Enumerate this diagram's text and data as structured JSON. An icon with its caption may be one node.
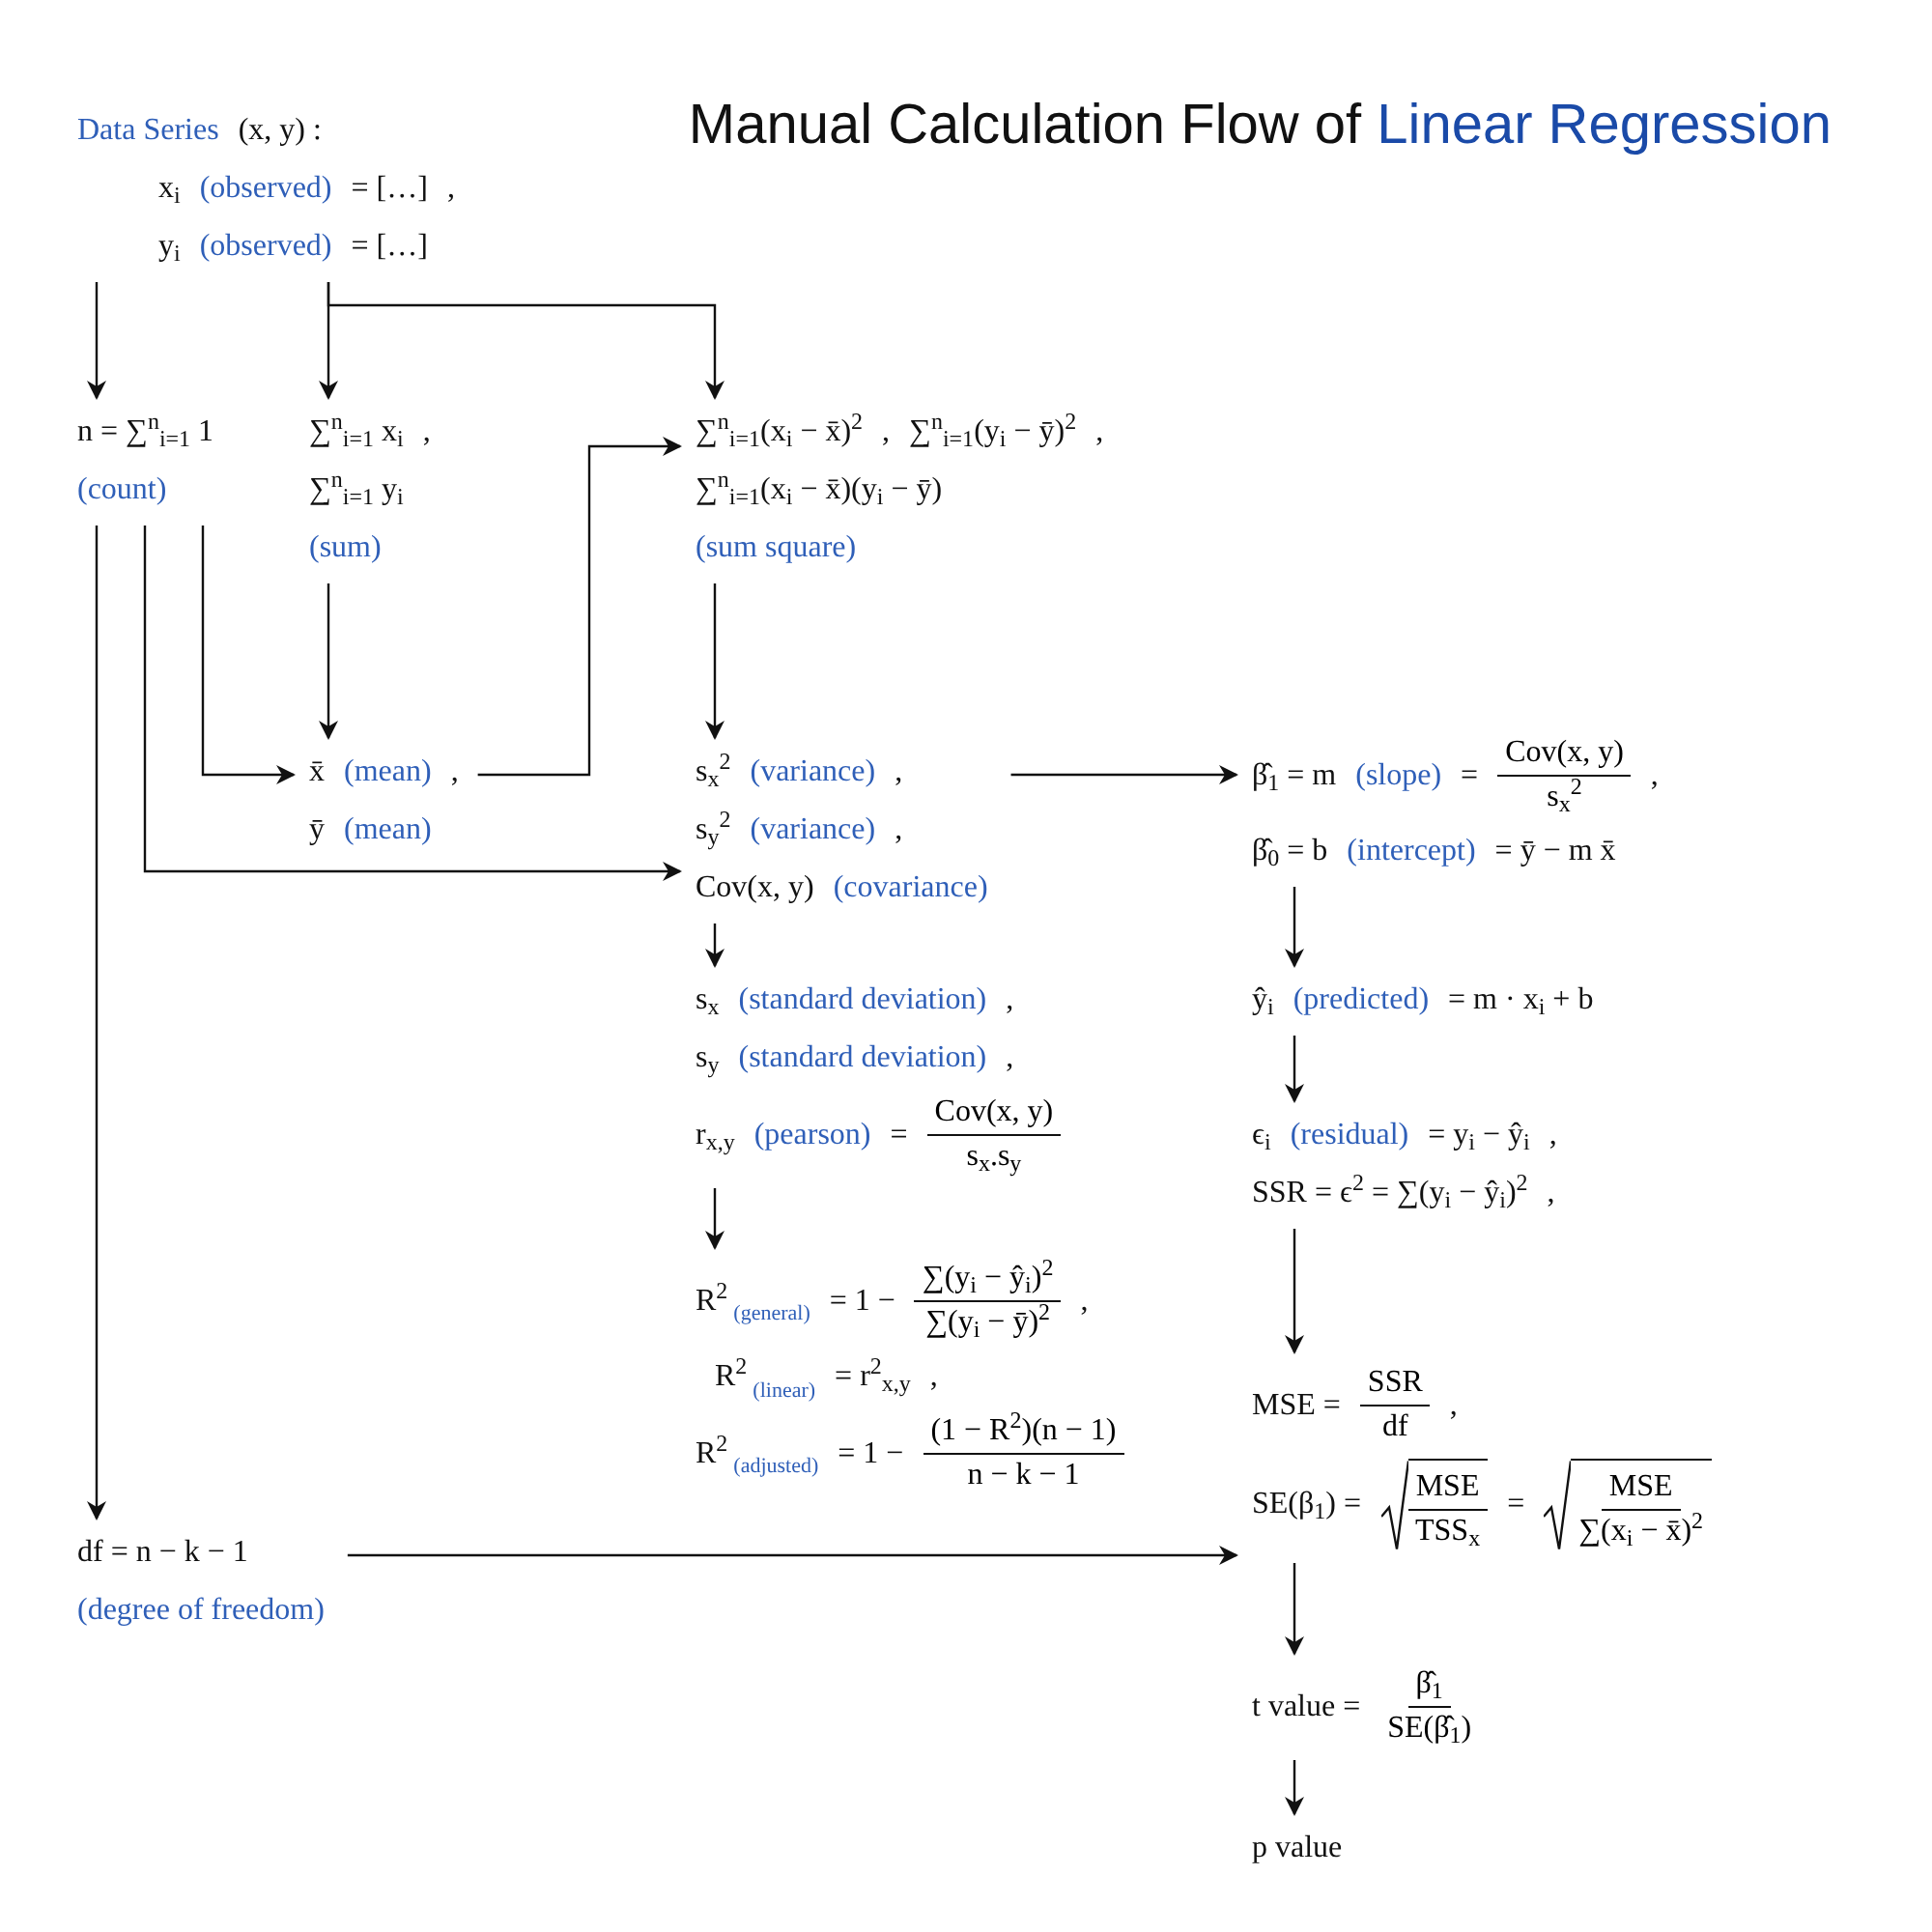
{
  "diagram": {
    "title": "Manual Calculation Flow of Linear Regression",
    "nodes": [
      {
        "text": [
          "Data Series",
          "(x, y) :",
          "x$_{i}$",
          "(observed)",
          "= […]",
          ",",
          "y$_{i}$",
          "(observed)",
          "= […]"
        ]
      },
      {
        "text": [
          "n = ∑$^{n}$$_{i=1}$ 1",
          "(count)"
        ]
      },
      {
        "text": [
          "∑$^{n}$$_{i=1}$ x$_{i}$",
          ",",
          "∑$^{n}$$_{i=1}$ y$_{i}$",
          "(sum)"
        ]
      },
      {
        "text": [
          "∑$^{n}$$_{i=1}$(x$_{i}$ − x̄)$^{2}$",
          ",",
          "∑$^{n}$$_{i=1}$(y$_{i}$ − ȳ)$^{2}$",
          ",",
          "∑$^{n}$$_{i=1}$(x$_{i}$ − x̄)(y$_{i}$ − ȳ)",
          "(sum square)"
        ]
      },
      {
        "text": [
          "x̄",
          "(mean)",
          ",",
          "ȳ",
          "(mean)"
        ]
      },
      {
        "text": [
          "s$_{x}$$^{2}$",
          "(variance)",
          ",",
          "s$_{y}$$^{2}$",
          "(variance)",
          ",",
          "Cov(x, y)",
          "(covariance)"
        ]
      },
      {
        "text": [
          "β̂$_{1}$ = m",
          "(slope)",
          "=",
          "Cov(x, y)",
          "s$_{x}$$^{2}$",
          ",",
          "β̂$_{0}$ = b",
          "(intercept)",
          "= ȳ − m x̄"
        ]
      },
      {
        "text": [
          "s$_{x}$",
          "(standard deviation)",
          ",",
          "s$_{y}$",
          "(standard deviation)",
          ",",
          "r$_{x,y}$",
          "(pearson)",
          "=",
          "Cov(x, y)",
          "s$_{x}$.s$_{y}$"
        ]
      },
      {
        "text": [
          "ŷ$_{i}$",
          "(predicted)",
          "= m · x$_{i}$ + b"
        ]
      },
      {
        "text": [
          "ϵ$_{i}$",
          "(residual)",
          "= y$_{i}$ − ŷ$_{i}$",
          ",",
          "SSR = ϵ$^{2}$ = ∑(y$_{i}$ − ŷ$_{i}$)$^{2}$",
          ","
        ]
      },
      {
        "text": [
          "R$^{2}$",
          "(general)",
          "= 1 −",
          "∑(y$_{i}$ − ŷ$_{i}$)$^{2}$",
          "∑(y$_{i}$ − ȳ)$^{2}$",
          ",",
          "R$^{2}$",
          "(linear)",
          "= r$^{2}$$_{x,y}$",
          ",",
          "R$^{2}$",
          "(adjusted)",
          "= 1 −",
          "(1 − R$^{2}$)(n − 1)",
          "n − k − 1"
        ]
      },
      {
        "text": [
          "MSE =",
          "SSR",
          "df",
          ",",
          "SE(β$_{1}$) =",
          "MSE",
          "TSS$_{x}$",
          "=",
          "MSE",
          "∑(x$_{i}$ − x̄)$^{2}$"
        ]
      },
      {
        "text": [
          "df = n − k − 1",
          "(degree of freedom)"
        ]
      },
      {
        "text": [
          "t value =",
          "β̂$_{1}$",
          "SE(β̂$_{1}$)"
        ]
      },
      {
        "text": [
          "p value"
        ]
      }
    ],
    "edges": [
      {
        "from": 0,
        "to": 1,
        "arrow": "to"
      },
      {
        "from": 0,
        "to": 2,
        "arrow": "to"
      },
      {
        "from": 0,
        "to": 3,
        "arrow": "to"
      },
      {
        "from": 1,
        "to": 12,
        "arrow": "to"
      },
      {
        "from": 1,
        "to": 4,
        "arrow": "to"
      },
      {
        "from": 1,
        "to": 5,
        "arrow": "to"
      },
      {
        "from": 2,
        "to": 4,
        "arrow": "to"
      },
      {
        "from": 4,
        "to": 3,
        "arrow": "to"
      },
      {
        "from": 3,
        "to": 5,
        "arrow": "to"
      },
      {
        "from": 5,
        "to": 6,
        "arrow": "to"
      },
      {
        "from": 5,
        "to": 7,
        "arrow": "to"
      },
      {
        "from": 7,
        "to": 10,
        "arrow": "to"
      },
      {
        "from": 6,
        "to": 8,
        "arrow": "to"
      },
      {
        "from": 8,
        "to": 9,
        "arrow": "to"
      },
      {
        "from": 9,
        "to": 11,
        "arrow": "to"
      },
      {
        "from": 12,
        "to": 11,
        "arrow": "to"
      },
      {
        "from": 11,
        "to": 13,
        "arrow": "to"
      },
      {
        "from": 13,
        "to": 14,
        "arrow": "to"
      }
    ]
  }
}
